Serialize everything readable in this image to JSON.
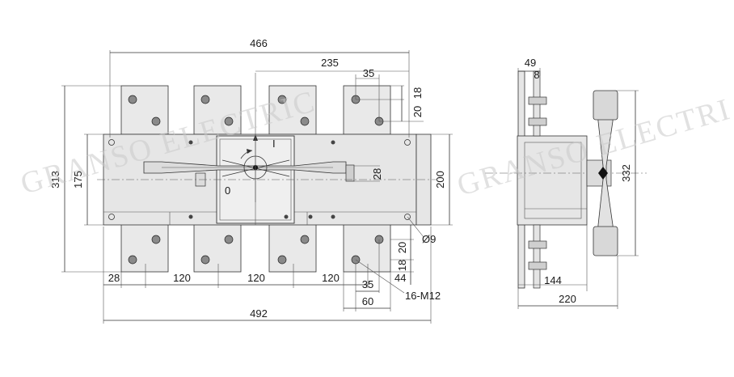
{
  "front_view": {
    "dims": {
      "top_466": "466",
      "top_235": "235",
      "top_35": "35",
      "r_18a": "18",
      "r_20a": "20",
      "left_313": "313",
      "left_175": "175",
      "right_200": "200",
      "h_28": "28",
      "b_28": "28",
      "b_120a": "120",
      "b_120b": "120",
      "b_120c": "120",
      "b_35": "35",
      "b_60": "60",
      "b_492": "492",
      "r_9": "Ø9",
      "r_20b": "20",
      "r_18b": "18",
      "r_44": "44",
      "thread": "16-M12"
    },
    "handle_labels": {
      "on": "I",
      "off": "0"
    }
  },
  "side_view": {
    "dims": {
      "top_49": "49",
      "top_8": "8",
      "r_332": "332",
      "b_144": "144",
      "b_220": "220"
    }
  },
  "watermarks": [
    "GRANSO ELECTRIC",
    "GRANSO ELECTRI"
  ]
}
